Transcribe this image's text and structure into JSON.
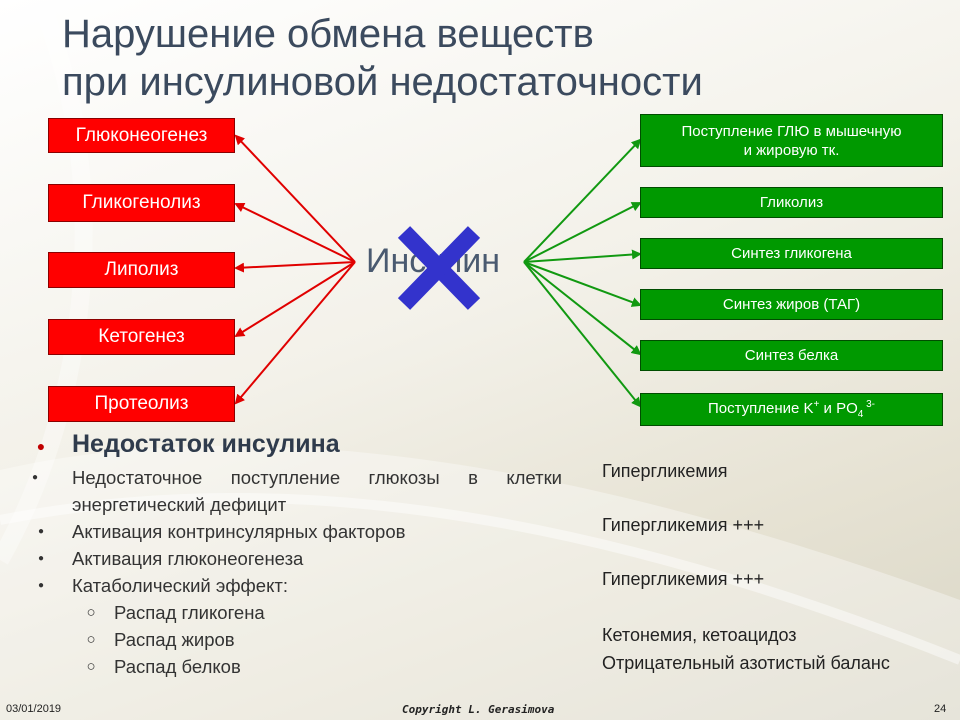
{
  "title": {
    "line1": "Нарушение обмена веществ",
    "line2": "при инсулиновой недостаточности"
  },
  "center": {
    "label": "Инсулин",
    "cross_icon": "x-mark-icon"
  },
  "colors": {
    "red": "#ff0000",
    "green": "#009900",
    "cross": "#3333cc"
  },
  "left_boxes": [
    "Глюконеогенез",
    "Гликогенолиз",
    "Липолиз",
    "Кетогенез",
    "Протеолиз"
  ],
  "right_boxes": [
    {
      "line1": "Поступление ГЛЮ в мышечную",
      "line2": "и жировую тк."
    },
    {
      "text": "Гликолиз"
    },
    {
      "text": "Синтез гликогена"
    },
    {
      "text": "Синтез жиров (ТАГ)"
    },
    {
      "text": "Синтез белка"
    },
    {
      "text": "Поступление K",
      "sup1": "+",
      "mid": " и PO",
      "sub": "4",
      "sup2": " 3-"
    }
  ],
  "list": {
    "heading": "Недостаток инсулина",
    "bullet": "●",
    "sub_bullet": "○",
    "items": [
      {
        "line1": "Недостаточное поступление глюкозы в клетки",
        "line2": "энергетический дефицит"
      },
      {
        "text": "Активация контринсулярных факторов"
      },
      {
        "text": "Активация глюконеогенеза"
      },
      {
        "text": "Катаболический эффект:"
      }
    ],
    "subitems": [
      "Распад гликогена",
      "Распад жиров",
      "Распад белков"
    ]
  },
  "results": [
    "Гипергликемия",
    "Гипергликемия +++",
    "Гипергликемия +++",
    "Кетонемия, кетоацидоз",
    "Отрицательный азотистый баланс"
  ],
  "footer": {
    "date": "03/01/2019",
    "copyright": "Copyright L. Gerasimova",
    "page": "24"
  }
}
